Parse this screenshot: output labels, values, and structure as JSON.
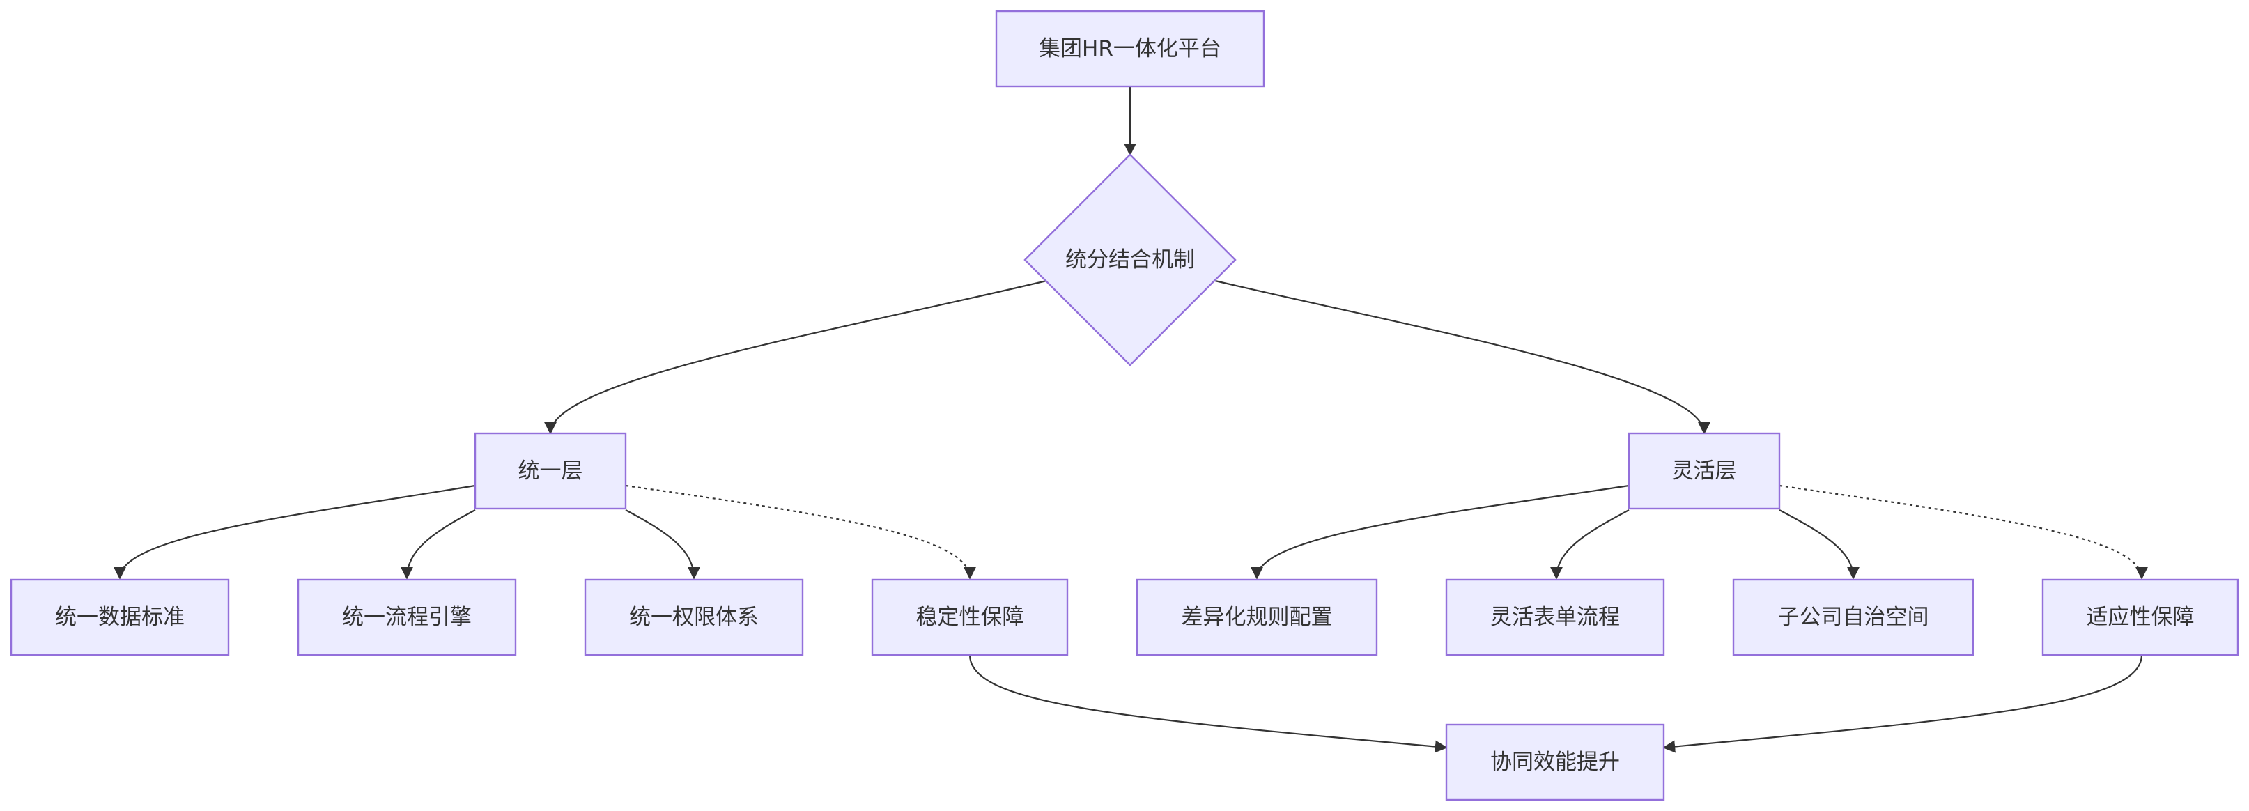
{
  "diagram": {
    "nodes": {
      "platform": "集团HR一体化平台",
      "mechanism": "统分结合机制",
      "unified_layer": "统一层",
      "flexible_layer": "灵活层",
      "data_standard": "统一数据标准",
      "process_engine": "统一流程引擎",
      "permission_system": "统一权限体系",
      "stability": "稳定性保障",
      "diff_rules": "差异化规则配置",
      "flex_forms": "灵活表单流程",
      "subsidiary_autonomy": "子公司自治空间",
      "adaptability": "适应性保障",
      "synergy": "协同效能提升"
    },
    "edges": [
      {
        "from": "platform",
        "to": "mechanism",
        "style": "solid"
      },
      {
        "from": "mechanism",
        "to": "unified_layer",
        "style": "solid"
      },
      {
        "from": "mechanism",
        "to": "flexible_layer",
        "style": "solid"
      },
      {
        "from": "unified_layer",
        "to": "data_standard",
        "style": "solid"
      },
      {
        "from": "unified_layer",
        "to": "process_engine",
        "style": "solid"
      },
      {
        "from": "unified_layer",
        "to": "permission_system",
        "style": "solid"
      },
      {
        "from": "unified_layer",
        "to": "stability",
        "style": "dotted"
      },
      {
        "from": "flexible_layer",
        "to": "diff_rules",
        "style": "solid"
      },
      {
        "from": "flexible_layer",
        "to": "flex_forms",
        "style": "solid"
      },
      {
        "from": "flexible_layer",
        "to": "subsidiary_autonomy",
        "style": "solid"
      },
      {
        "from": "flexible_layer",
        "to": "adaptability",
        "style": "dotted"
      },
      {
        "from": "stability",
        "to": "synergy",
        "style": "solid"
      },
      {
        "from": "adaptability",
        "to": "synergy",
        "style": "solid"
      }
    ],
    "colors": {
      "node_fill": "#ECECFF",
      "node_border": "#9370DB",
      "edge": "#333333",
      "text": "#333333"
    }
  }
}
